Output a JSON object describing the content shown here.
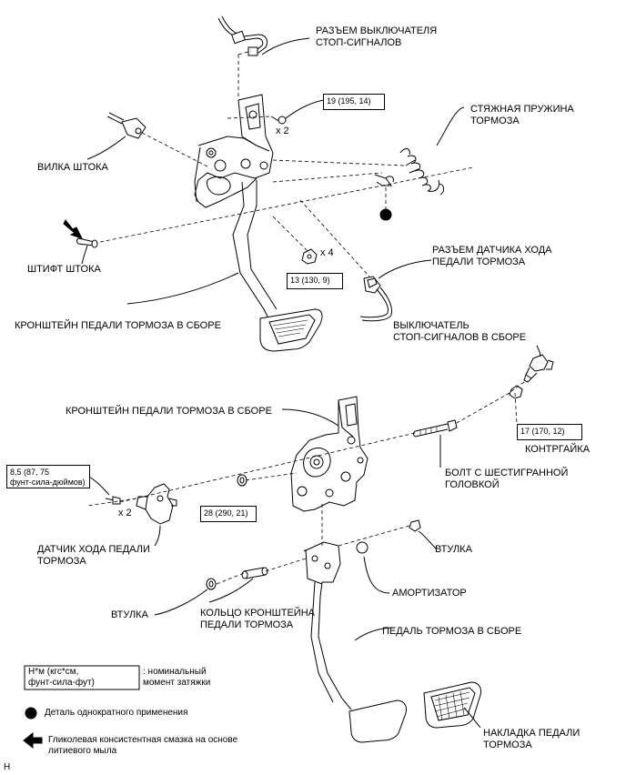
{
  "labels": {
    "stop_switch_connector": [
      "РАЗЪЕМ ВЫКЛЮЧАТЕЛЯ",
      "СТОП-СИГНАЛОВ"
    ],
    "push_rod_clevis": "ВИЛКА ШТОКА",
    "push_rod_pin": "ШТИФТ ШТОКА",
    "return_spring": [
      "СТЯЖНАЯ ПРУЖИНА",
      "ТОРМОЗА"
    ],
    "stroke_sensor_connector": [
      "РАЗЪЕМ ДАТЧИКА ХОДА",
      "ПЕДАЛИ ТОРМОЗА"
    ],
    "bracket_assy_top": "КРОНШТЕЙН ПЕДАЛИ ТОРМОЗА В СБОРЕ",
    "stop_switch_assy": [
      "ВЫКЛЮЧАТЕЛЬ",
      "СТОП-СИГНАЛОВ В СБОРЕ"
    ],
    "bracket_assy_bottom": "КРОНШТЕЙН ПЕДАЛИ ТОРМОЗА В СБОРЕ",
    "lock_nut": "КОНТРГАЙКА",
    "hex_bolt": [
      "БОЛТ С ШЕСТИГРАННОЙ",
      "ГОЛОВКОЙ"
    ],
    "stroke_sensor": [
      "ДАТЧИК ХОДА ПЕДАЛИ",
      "ТОРМОЗА"
    ],
    "bushing_right": "ВТУЛКА",
    "cushion": "АМОРТИЗАТОР",
    "bushing_left": "ВТУЛКА",
    "bracket_collar": [
      "КОЛЬЦО КРОНШТЕЙНА",
      "ПЕДАЛИ ТОРМОЗА"
    ],
    "pedal_assy": "ПЕДАЛЬ ТОРМОЗА В СБОРЕ",
    "pedal_pad": [
      "НАКЛАДКА ПЕДАЛИ",
      "ТОРМОЗА"
    ]
  },
  "torques": {
    "t19": "19 (195, 14)",
    "t13": "13 (130, 9)",
    "t17": "17 (170, 12)",
    "t85": [
      "8,5 (87, 75",
      "фунт-сила-дюймов)"
    ],
    "t28": "28 (290, 21)"
  },
  "multipliers": {
    "x2_top": "x 2",
    "x4": "x 4",
    "x2_bottom": "x 2"
  },
  "legend": {
    "torque_box": [
      "Н*м (кгс*см,",
      "фунт-сила-фут)"
    ],
    "torque_desc": [
      ": номинальный",
      "момент затяжки"
    ],
    "non_reusable": "Деталь однократного применения",
    "grease": [
      "Гликолевая консистентная смазка на основе",
      "литиевого мыла"
    ]
  },
  "corner_code": "H"
}
